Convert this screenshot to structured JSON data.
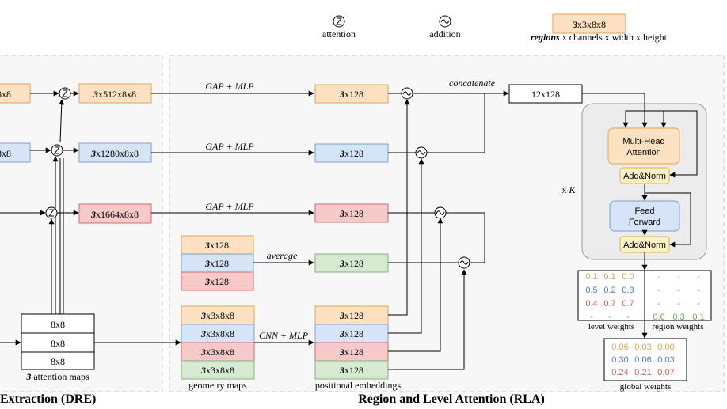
{
  "legend": {
    "attention_label": "attention",
    "addition_label": "addition",
    "dim_prefix": "3",
    "dim_box_rest": "x3x8x8",
    "regions_word": "regions",
    "dim_desc_rest": " x channels x width x height"
  },
  "sections": {
    "dre_title": "Extraction (DRE)",
    "rla_title": "Region and Level Attention (RLA)"
  },
  "dre": {
    "left_row1": "8x8",
    "left_row2": "8x8",
    "feat1_prefix": "3",
    "feat1_rest": "x512x8x8",
    "feat2_prefix": "3",
    "feat2_rest": "x1280x8x8",
    "feat3_prefix": "3",
    "feat3_rest": "x1664x8x8",
    "maps": [
      "8x8",
      "8x8",
      "8x8"
    ],
    "maps_caption_prefix": "3",
    "maps_caption_rest": " attention maps"
  },
  "rla": {
    "gap1": "GAP + MLP",
    "gap2": "GAP + MLP",
    "gap3": "GAP + MLP",
    "emb_prefix": "3",
    "emb_rest": "x128",
    "stack_a": [
      "x128",
      "x128",
      "x128"
    ],
    "average_label": "average",
    "geom": [
      "x3x8x8",
      "x3x8x8",
      "x3x8x8",
      "x3x8x8"
    ],
    "geom_caption": "geometry maps",
    "cnn_label": "CNN + MLP",
    "pos": [
      "x128",
      "x128",
      "x128",
      "x128"
    ],
    "pos_caption": "positional embeddings",
    "concat_label": "concatenate",
    "concat_box": "12x128",
    "mha_line1": "Multi-Head",
    "mha_line2": "Attention",
    "addnorm1": "Add&Norm",
    "ff_line1": "Feed",
    "ff_line2": "Forward",
    "addnorm2": "Add&Norm",
    "xk_prefix": "x ",
    "xk_var": "K"
  },
  "weights": {
    "level": [
      [
        "0.1",
        "0.1",
        "0.0"
      ],
      [
        "0.5",
        "0.2",
        "0.3"
      ],
      [
        "0.4",
        "0.7",
        "0.7"
      ],
      [
        "-",
        "-",
        "-"
      ]
    ],
    "region": [
      [
        "-",
        "-",
        "-"
      ],
      [
        "-",
        "-",
        "-"
      ],
      [
        "-",
        "-",
        "-"
      ],
      [
        "0.6",
        "0.3",
        "0.1"
      ]
    ],
    "global": [
      [
        "0.06",
        "0.03",
        "0.00"
      ],
      [
        "0.30",
        "0.06",
        "0.03"
      ],
      [
        "0.24",
        "0.21",
        "0.07"
      ]
    ],
    "level_caption": "level weights",
    "region_caption": "region weights",
    "global_caption": "global weights"
  },
  "colors": {
    "orange_fill": "#fde1c0",
    "orange_stroke": "#e0a15a",
    "blue_fill": "#d6e4f7",
    "blue_stroke": "#7e9fcf",
    "red_fill": "#f7c9c9",
    "red_stroke": "#cf6b6b",
    "green_fill": "#d6ead2",
    "green_stroke": "#87b37e",
    "yellow_fill": "#fdf0c4",
    "yellow_stroke": "#d9b54a",
    "row_orange_text": "#e6a14a",
    "row_blue_text": "#4f7fb8",
    "row_red_text": "#d0605c",
    "row_green_text": "#6aa84f"
  },
  "icons": [
    "attention-icon",
    "addition-icon"
  ]
}
